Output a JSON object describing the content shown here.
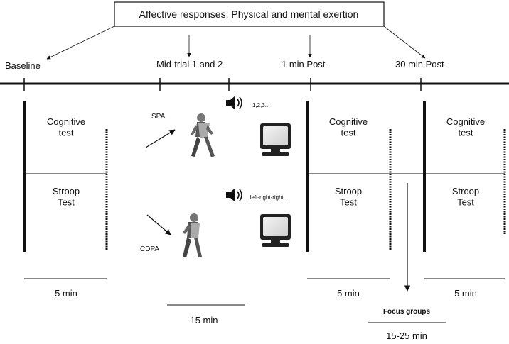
{
  "header": {
    "title": "Affective responses; Physical and mental exertion"
  },
  "timeline": {
    "baseline": "Baseline",
    "mid_trial": "Mid-trial 1 and 2",
    "post_1": "1 min Post",
    "post_30": "30 min Post"
  },
  "baseline_block": {
    "top": "Cognitive\ntest",
    "bottom": "Stroop\nTest",
    "duration": "5 min"
  },
  "post1_block": {
    "top": "Cognitive\ntest",
    "bottom": "Stroop\nTest",
    "duration": "5 min"
  },
  "post30_block": {
    "top": "Cognitive\ntest",
    "bottom": "Stroop\nTest",
    "duration": "5 min"
  },
  "conditions": {
    "spa": {
      "label": "SPA",
      "audio": "1,2,3..."
    },
    "cdpa": {
      "label": "CDPA",
      "audio": "...left-right-right..."
    },
    "duration": "15 min"
  },
  "focus_groups": {
    "label": "Focus groups",
    "duration": "15-25 min"
  },
  "icons": [
    "speaker-icon",
    "monitor-icon",
    "walking-person-icon"
  ]
}
